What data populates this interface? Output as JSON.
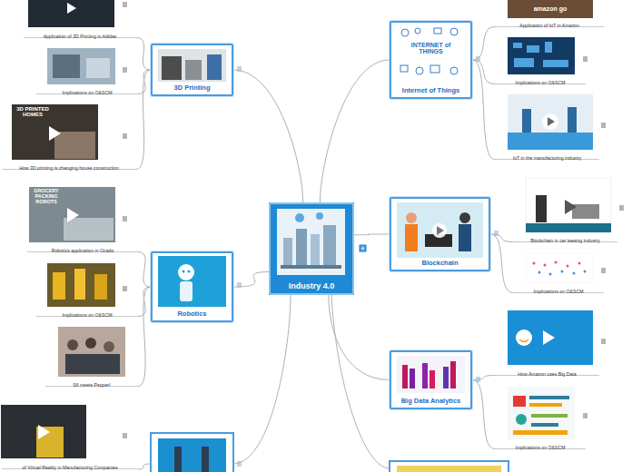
{
  "diagram": {
    "nodes": [
      {
        "text": [
          "Industry 4.0"
        ]
      },
      {
        "text": [
          "3D Printing"
        ]
      },
      {
        "text": [
          "Application of 3D Printing in Adidas"
        ]
      },
      {
        "text": [
          "Implications on O&SCM"
        ]
      },
      {
        "text": [
          "How 3D printing is changing house construction"
        ]
      },
      {
        "text": [
          "Robotics"
        ]
      },
      {
        "text": [
          "Robotics application in Ocado"
        ]
      },
      {
        "text": [
          "Implications on O&SCM"
        ]
      },
      {
        "text": [
          "S6 meets Pepper!"
        ]
      },
      {
        "text": [
          "of Virtual Reality in Manufacturing Companies"
        ]
      },
      {
        "text": [
          "Internet of Things"
        ]
      },
      {
        "text": [
          "Application of IoT in Amazon"
        ]
      },
      {
        "text": [
          "Implications on O&SCM"
        ]
      },
      {
        "text": [
          "IoT in the manufacturing industry"
        ]
      },
      {
        "text": [
          "Blockchain"
        ]
      },
      {
        "text": [
          "Blockchain in car leasing industry"
        ]
      },
      {
        "text": [
          "Implications on O&SCM"
        ]
      },
      {
        "text": [
          "Big Data Analytics"
        ]
      },
      {
        "text": [
          "How Amazon uses Big Data"
        ]
      },
      {
        "text": [
          "Implications on O&SCM"
        ]
      }
    ],
    "edges": [
      {
        "from": 0,
        "to": 1,
        "arrow": "none"
      },
      {
        "from": 0,
        "to": 5,
        "arrow": "none"
      },
      {
        "from": 0,
        "to": 10,
        "arrow": "none"
      },
      {
        "from": 0,
        "to": 14,
        "arrow": "none"
      },
      {
        "from": 0,
        "to": 17,
        "arrow": "none"
      },
      {
        "from": 1,
        "to": 2,
        "arrow": "none"
      },
      {
        "from": 1,
        "to": 3,
        "arrow": "none"
      },
      {
        "from": 1,
        "to": 4,
        "arrow": "none"
      },
      {
        "from": 5,
        "to": 6,
        "arrow": "none"
      },
      {
        "from": 5,
        "to": 7,
        "arrow": "none"
      },
      {
        "from": 5,
        "to": 8,
        "arrow": "none"
      },
      {
        "from": 10,
        "to": 11,
        "arrow": "none"
      },
      {
        "from": 10,
        "to": 12,
        "arrow": "none"
      },
      {
        "from": 10,
        "to": 13,
        "arrow": "none"
      },
      {
        "from": 14,
        "to": 15,
        "arrow": "none"
      },
      {
        "from": 14,
        "to": 16,
        "arrow": "none"
      },
      {
        "from": 17,
        "to": 18,
        "arrow": "none"
      },
      {
        "from": 17,
        "to": 19,
        "arrow": "none"
      }
    ],
    "labels": [
      "3D PRINTED HOMES",
      "GROCERY PACKING ROBOTS",
      "amazon go",
      "INTERNET of THINGS"
    ]
  }
}
